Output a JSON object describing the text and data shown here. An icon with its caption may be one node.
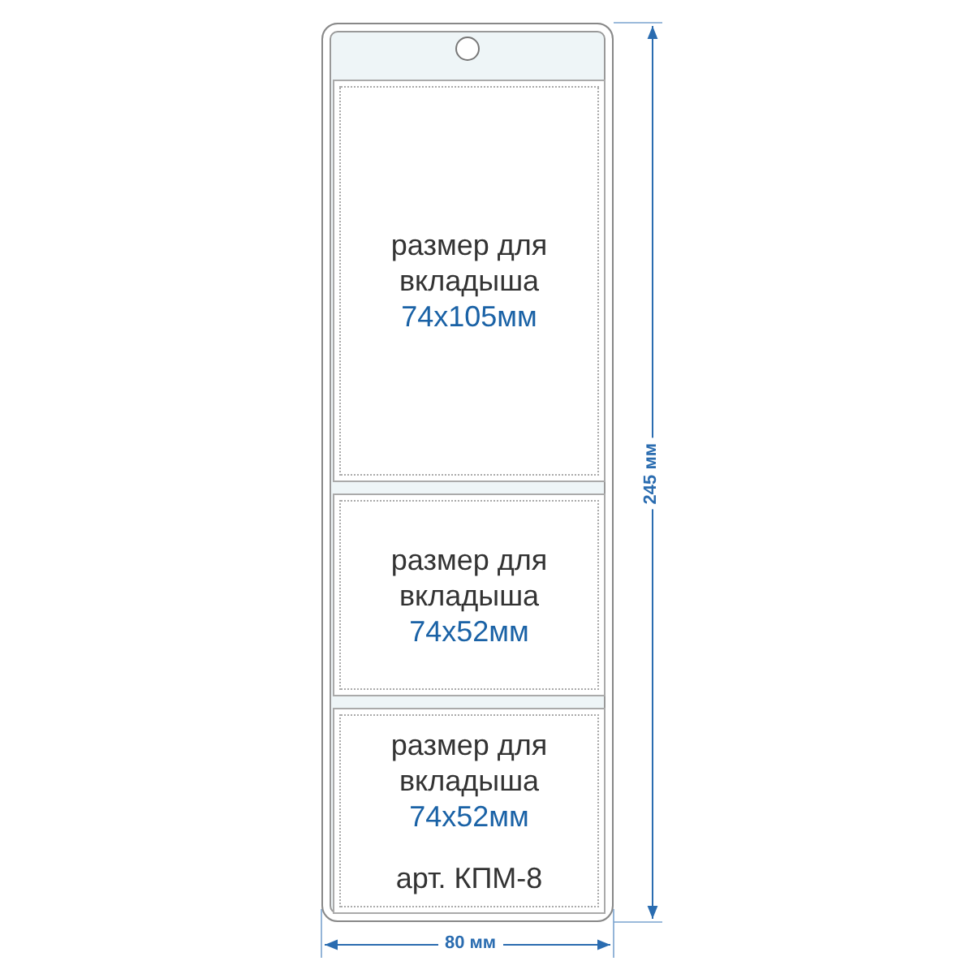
{
  "diagram": {
    "nodes": [
      {
        "text": [],
        "shape": "box"
      },
      {
        "text": [
          "размер для вкладыша",
          "74x105мм"
        ],
        "in": 0
      },
      {
        "text": [
          "размер для вкладыша",
          "74x52мм"
        ],
        "in": 0
      },
      {
        "text": [
          "размер для вкладыша",
          "74x52мм",
          "арт. КПМ-8"
        ],
        "in": 0
      }
    ],
    "labels": [
      "245 мм",
      "80 мм"
    ]
  }
}
